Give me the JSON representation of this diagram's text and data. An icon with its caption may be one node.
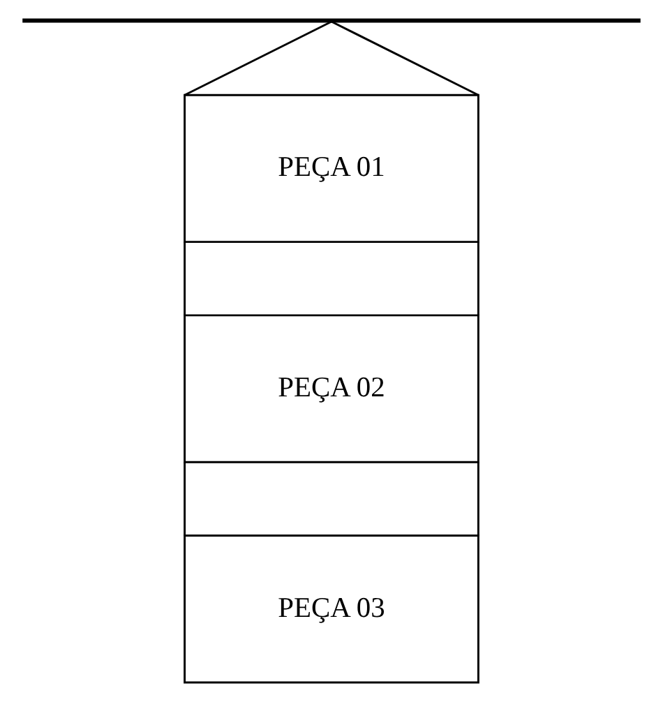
{
  "diagram": {
    "nodes": [
      {
        "text": [],
        "shape": "bar"
      },
      {
        "text": [
          "PEÇA 01"
        ]
      },
      {
        "text": [
          "PEÇA 02"
        ]
      },
      {
        "text": [
          "PEÇA 03"
        ]
      }
    ],
    "edges": [
      {
        "from": 0,
        "to": 1,
        "arrow": "none"
      },
      {
        "from": 0,
        "to": 1,
        "arrow": "none"
      },
      {
        "from": 1,
        "to": 2,
        "arrow": "none"
      },
      {
        "from": 1,
        "to": 2,
        "arrow": "none"
      },
      {
        "from": 2,
        "to": 3,
        "arrow": "none"
      },
      {
        "from": 2,
        "to": 3,
        "arrow": "none"
      }
    ]
  }
}
